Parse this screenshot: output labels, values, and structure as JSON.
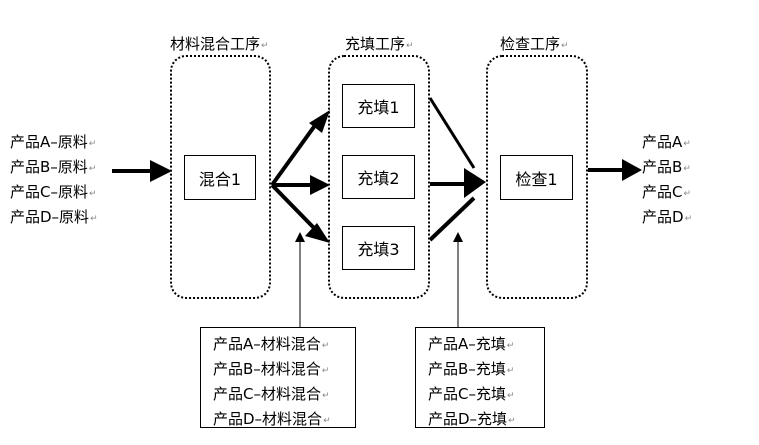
{
  "return_mark": "↵",
  "stages": {
    "mixing": "材料混合工序",
    "filling": "充填工序",
    "inspection": "检查工序"
  },
  "nodes": {
    "mix": "混合1",
    "fill_1": "充填1",
    "fill_2": "充填2",
    "fill_3": "充填3",
    "inspect": "检查1"
  },
  "inputs": [
    "产品A–原料",
    "产品B–原料",
    "产品C–原料",
    "产品D–原料"
  ],
  "outputs": [
    "产品A",
    "产品B",
    "产品C",
    "产品D"
  ],
  "mixing_notes": [
    "产品A–材料混合",
    "产品B–材料混合",
    "产品C–材料混合",
    "产品D–材料混合"
  ],
  "filling_notes": [
    "产品A–充填",
    "产品B–充填",
    "产品C–充填",
    "产品D–充填"
  ]
}
